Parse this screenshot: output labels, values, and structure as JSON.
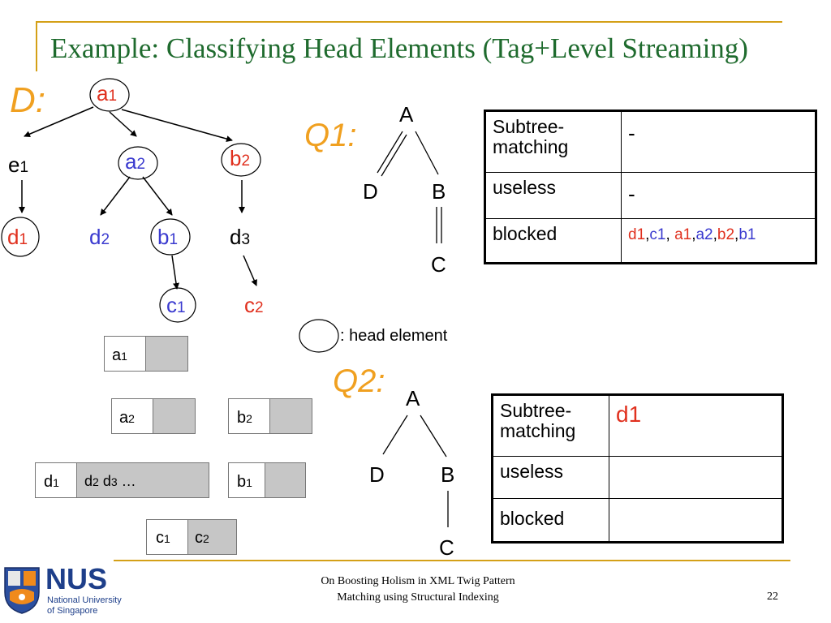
{
  "title": "Example: Classifying Head Elements (Tag+Level Streaming)",
  "tree": {
    "label": "D:",
    "nodes": {
      "a1": {
        "t": "a",
        "s": "1"
      },
      "e1": {
        "t": "e",
        "s": "1"
      },
      "a2": {
        "t": "a",
        "s": "2"
      },
      "b2": {
        "t": "b",
        "s": "2"
      },
      "d1": {
        "t": "d",
        "s": "1"
      },
      "d2": {
        "t": "d",
        "s": "2"
      },
      "b1": {
        "t": "b",
        "s": "1"
      },
      "d3": {
        "t": "d",
        "s": "3"
      },
      "c1": {
        "t": "c",
        "s": "1"
      },
      "c2": {
        "t": "c",
        "s": "2"
      }
    }
  },
  "q1": {
    "label": "Q1:",
    "A": "A",
    "D": "D",
    "B": "B",
    "C": "C"
  },
  "q2": {
    "label": "Q2:",
    "A": "A",
    "D": "D",
    "B": "B",
    "C": "C"
  },
  "legend": ": head element",
  "table1": {
    "rows": [
      {
        "label": "Subtree-matching",
        "value": "-"
      },
      {
        "label": "useless",
        "value": "-"
      },
      {
        "label": "blocked",
        "value_parts": [
          "d1",
          ",",
          "c1",
          ", ",
          "a1",
          ",",
          "a2",
          ",",
          "b2",
          ",",
          "b1"
        ]
      }
    ]
  },
  "table2": {
    "rows": [
      {
        "label": "Subtree-matching",
        "value": "d1"
      },
      {
        "label": "useless",
        "value": ""
      },
      {
        "label": "blocked",
        "value": ""
      }
    ]
  },
  "streams": {
    "a1": {
      "t": "a",
      "s": "1"
    },
    "a2": {
      "t": "a",
      "s": "2"
    },
    "b2": {
      "t": "b",
      "s": "2"
    },
    "d_row": {
      "t1": "d",
      "s1": "1",
      "t2": "d",
      "s2": "2",
      "t3": "d",
      "s3": "3",
      "rest": " …"
    },
    "b1": {
      "t": "b",
      "s": "1"
    },
    "c_row": {
      "t1": "c",
      "s1": "1",
      "t2": "c",
      "s2": "2"
    }
  },
  "footer": {
    "line1": "On Boosting Holism in XML Twig Pattern",
    "line2": "Matching using Structural Indexing",
    "page": "22"
  },
  "logo": {
    "text": "NUS",
    "sub1": "National University",
    "sub2": "of Singapore"
  },
  "colors": {
    "red": "#e0301e",
    "blue": "#3a3acf",
    "green": "#1f6b2e",
    "orange": "#f0a020",
    "gold": "#d4a017"
  }
}
